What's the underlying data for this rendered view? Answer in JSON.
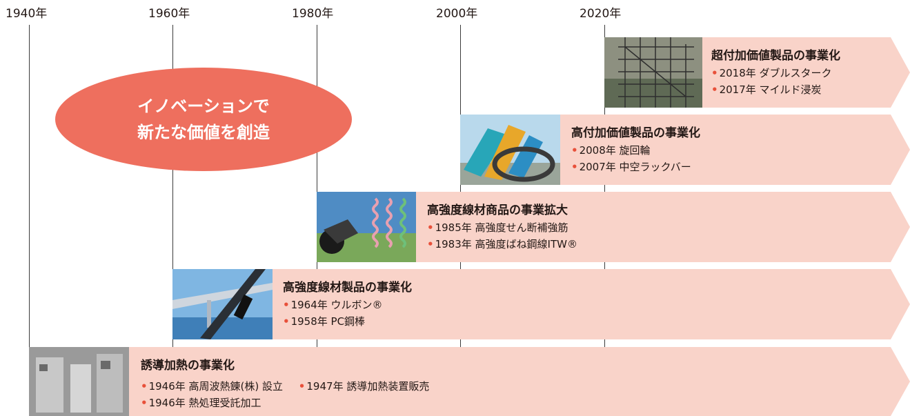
{
  "years": [
    "1940年",
    "1960年",
    "1980年",
    "2000年",
    "2020年"
  ],
  "slogan": {
    "line1": "イノベーションで",
    "line2": "新たな価値を創造"
  },
  "bands": [
    {
      "title": "超付加価値製品の事業化",
      "items": [
        "2018年 ダブルスターク",
        "2017年 マイルド浸炭"
      ],
      "photo": "steel-tower-construction"
    },
    {
      "title": "高付加価値製品の事業化",
      "items": [
        "2008年 旋回輪",
        "2007年 中空ラックバー"
      ],
      "photo": "excavators-and-bearing-ring"
    },
    {
      "title": "高強度線材商品の事業拡大",
      "items": [
        "1985年 高強度せん断補強筋",
        "1983年 高強度ばね鋼線ITW®"
      ],
      "photo": "motorcycle-and-springs"
    },
    {
      "title": "高強度線材製品の事業化",
      "items": [
        "1964年 ウルボン®",
        "1958年 PC鋼棒"
      ],
      "photo": "bridge-and-steel-bar"
    },
    {
      "title": "誘導加熱の事業化",
      "items": [
        "1946年 高周波熱錬(株) 設立",
        "1947年 誘導加熱装置販売",
        "1946年 熱処理受託加工"
      ],
      "photo": "old-factory-equipment"
    }
  ],
  "colors": {
    "band": "#f9d3c9",
    "bullet": "#e8503a",
    "ellipse": "#ee6f5e"
  },
  "bullet_char": "•"
}
